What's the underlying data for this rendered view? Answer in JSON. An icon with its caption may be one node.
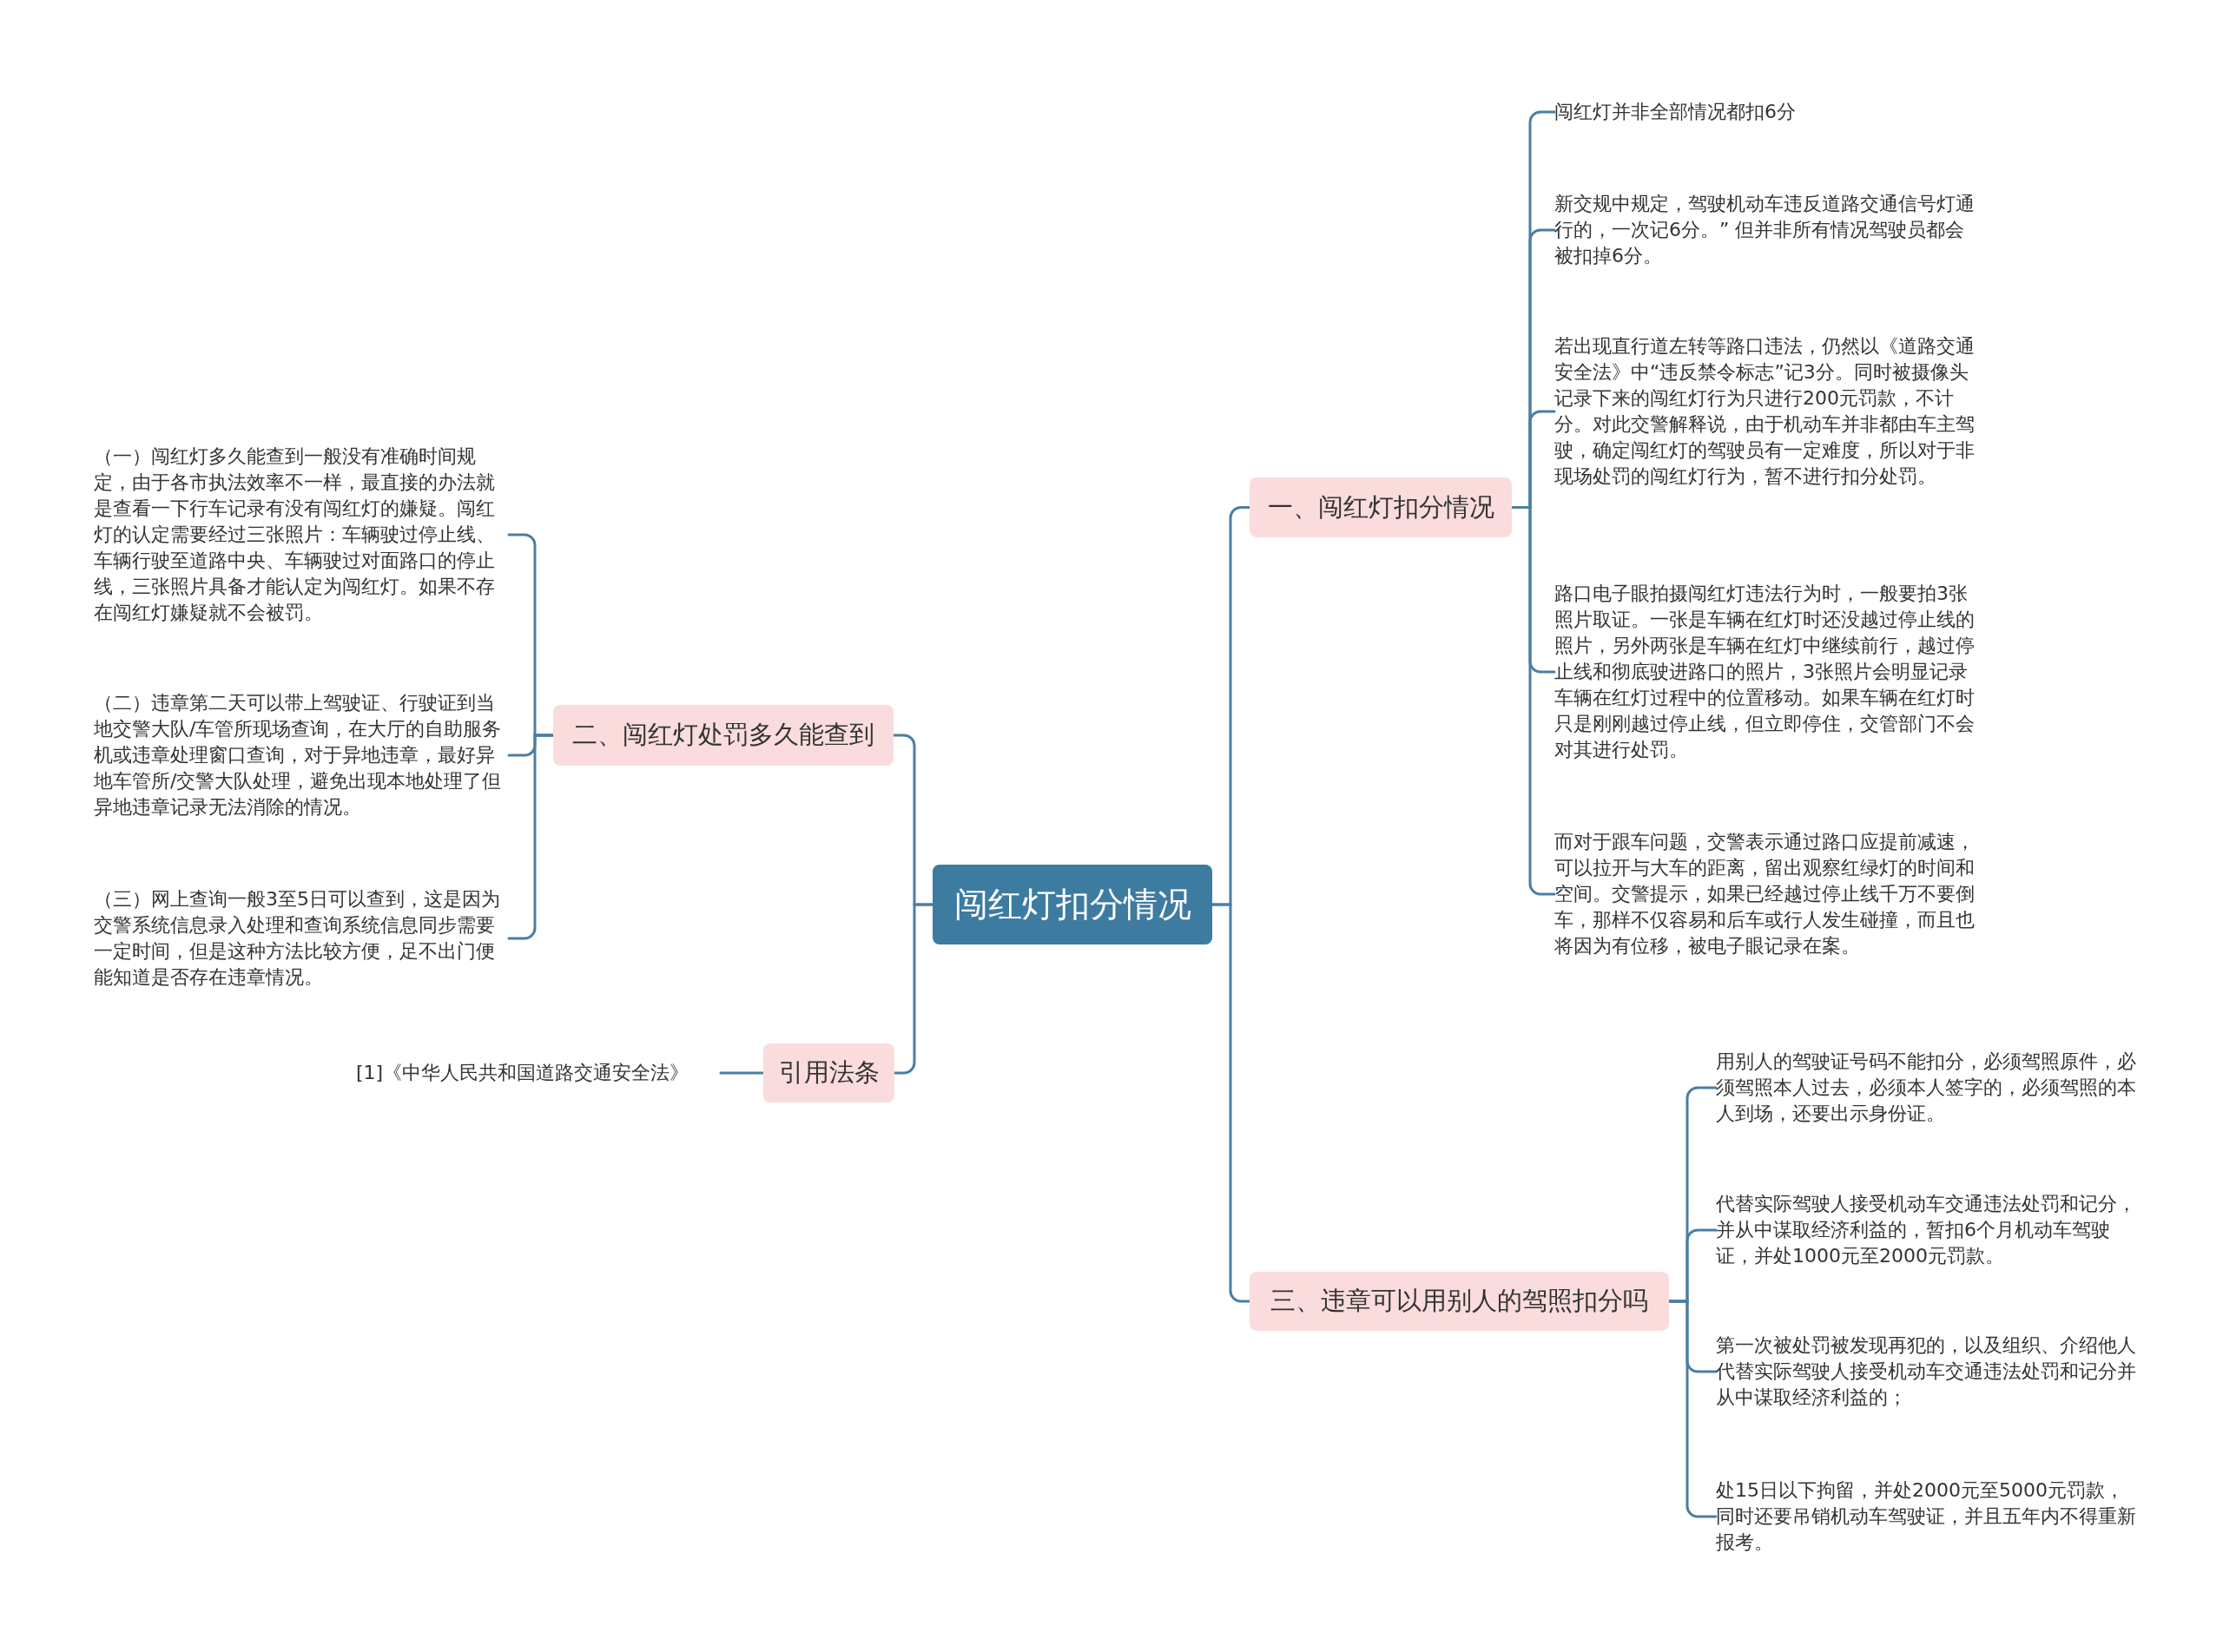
{
  "diagram": {
    "nodes": [
      {
        "text": [
          "闯红灯扣分情况"
        ]
      },
      {
        "text": [
          "一、闯红灯扣分情况"
        ]
      },
      {
        "text": [
          "闯红灯并非全部情况都扣6分"
        ]
      },
      {
        "text": [
          "新交规中规定，驾驶机动车违反道路交通信号灯通行的，一次记6分。” 但并非所有情况驾驶员都会被扣掉6分。"
        ]
      },
      {
        "text": [
          "若出现直行道左转等路口违法，仍然以《道路交通安全法》中“违反禁令标志”记3分。同时被摄像头记录下来的闯红灯行为只进行200元罚款，不计分。对此交警解释说，由于机动车并非都由车主驾驶，确定闯红灯的驾驶员有一定难度，所以对于非现场处罚的闯红灯行为，暂不进行扣分处罚。"
        ]
      },
      {
        "text": [
          "路口电子眼拍摄闯红灯违法行为时，一般要拍3张照片取证。一张是车辆在红灯时还没越过停止线的照片，另外两张是车辆在红灯中继续前行，越过停止线和彻底驶进路口的照片，3张照片会明显记录车辆在红灯过程中的位置移动。如果车辆在红灯时只是刚刚越过停止线，但立即停住，交管部门不会对其进行处罚。"
        ]
      },
      {
        "text": [
          "而对于跟车问题，交警表示通过路口应提前减速，可以拉开与大车的距离，留出观察红绿灯的时间和空间。交警提示，如果已经越过停止线千万不要倒车，那样不仅容易和后车或行人发生碰撞，而且也将因为有位移，被电子眼记录在案。"
        ]
      },
      {
        "text": [
          "二、闯红灯处罚多久能查到"
        ]
      },
      {
        "text": [
          "（一）闯红灯多久能查到一般没有准确时间规定，由于各市执法效率不一样，最直接的办法就是查看一下行车记录有没有闯红灯的嫌疑。闯红灯的认定需要经过三张照片：车辆驶过停止线、车辆行驶至道路中央、车辆驶过对面路口的停止线，三张照片具备才能认定为闯红灯。如果不存在闯红灯嫌疑就不会被罚。"
        ]
      },
      {
        "text": [
          "（二）违章第二天可以带上驾驶证、行驶证到当地交警大队/车管所现场查询，在大厅的自助服务机或违章处理窗口查询，对于异地违章，最好异地车管所/交警大队处理，避免出现本地处理了但异地违章记录无法消除的情况。"
        ]
      },
      {
        "text": [
          "（三）网上查询一般3至5日可以查到，这是因为交警系统信息录入处理和查询系统信息同步需要一定时间，但是这种方法比较方便，足不出门便能知道是否存在违章情况。"
        ]
      },
      {
        "text": [
          "引用法条"
        ]
      },
      {
        "text": [
          "[1]《中华人民共和国道路交通安全法》"
        ]
      },
      {
        "text": [
          "三、违章可以用别人的驾照扣分吗"
        ]
      },
      {
        "text": [
          "用别人的驾驶证号码不能扣分，必须驾照原件，必须驾照本人过去，必须本人签字的，必须驾照的本人到场，还要出示身份证。"
        ]
      },
      {
        "text": [
          "代替实际驾驶人接受机动车交通违法处罚和记分，并从中谋取经济利益的，暂扣6个月机动车驾驶证，并处1000元至2000元罚款。"
        ]
      },
      {
        "text": [
          "第一次被处罚被发现再犯的，以及组织、介绍他人代替实际驾驶人接受机动车交通违法处罚和记分并从中谋取经济利益的；"
        ]
      },
      {
        "text": [
          "处15日以下拘留，并处2000元至5000元罚款，同时还要吊销机动车驾驶证，并且五年内不得重新报考。"
        ]
      }
    ],
    "edges": [
      {
        "from": 0,
        "to": 1,
        "arrow": "none"
      },
      {
        "from": 0,
        "to": 7,
        "arrow": "none"
      },
      {
        "from": 0,
        "to": 11,
        "arrow": "none"
      },
      {
        "from": 0,
        "to": 13,
        "arrow": "none"
      },
      {
        "from": 1,
        "to": 2,
        "arrow": "none"
      },
      {
        "from": 1,
        "to": 3,
        "arrow": "none"
      },
      {
        "from": 1,
        "to": 4,
        "arrow": "none"
      },
      {
        "from": 1,
        "to": 5,
        "arrow": "none"
      },
      {
        "from": 1,
        "to": 6,
        "arrow": "none"
      },
      {
        "from": 7,
        "to": 8,
        "arrow": "none"
      },
      {
        "from": 7,
        "to": 9,
        "arrow": "none"
      },
      {
        "from": 7,
        "to": 10,
        "arrow": "none"
      },
      {
        "from": 11,
        "to": 12,
        "arrow": "none"
      },
      {
        "from": 13,
        "to": 14,
        "arrow": "none"
      },
      {
        "from": 13,
        "to": 15,
        "arrow": "none"
      },
      {
        "from": 13,
        "to": 16,
        "arrow": "none"
      },
      {
        "from": 13,
        "to": 17,
        "arrow": "none"
      }
    ]
  }
}
